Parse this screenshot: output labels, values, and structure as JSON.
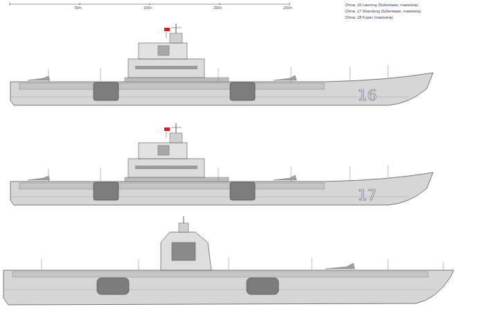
{
  "diagram": {
    "labels": [
      "50m",
      "100m",
      "150m",
      "200m",
      "China, 16 Liaoning (Sollerstaan, masteleta)",
      "China, 17 Shandong (Sollerstaan, masteleta)",
      "China, 18 Fujian (masteleta)",
      "16",
      "17"
    ]
  }
}
